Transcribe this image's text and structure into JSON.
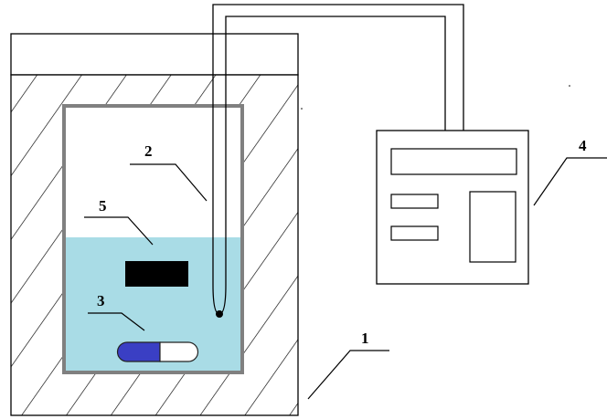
{
  "labels": {
    "label_1": "1",
    "label_2": "2",
    "label_3": "3",
    "label_4": "4",
    "label_5": "5"
  },
  "colors": {
    "liquid": "#a9dce6",
    "vessel_wall": "#808080",
    "sample_block": "#000000",
    "stir_bar_left": "#3a3fc4",
    "stir_bar_right": "#ffffff",
    "line": "#000000"
  }
}
